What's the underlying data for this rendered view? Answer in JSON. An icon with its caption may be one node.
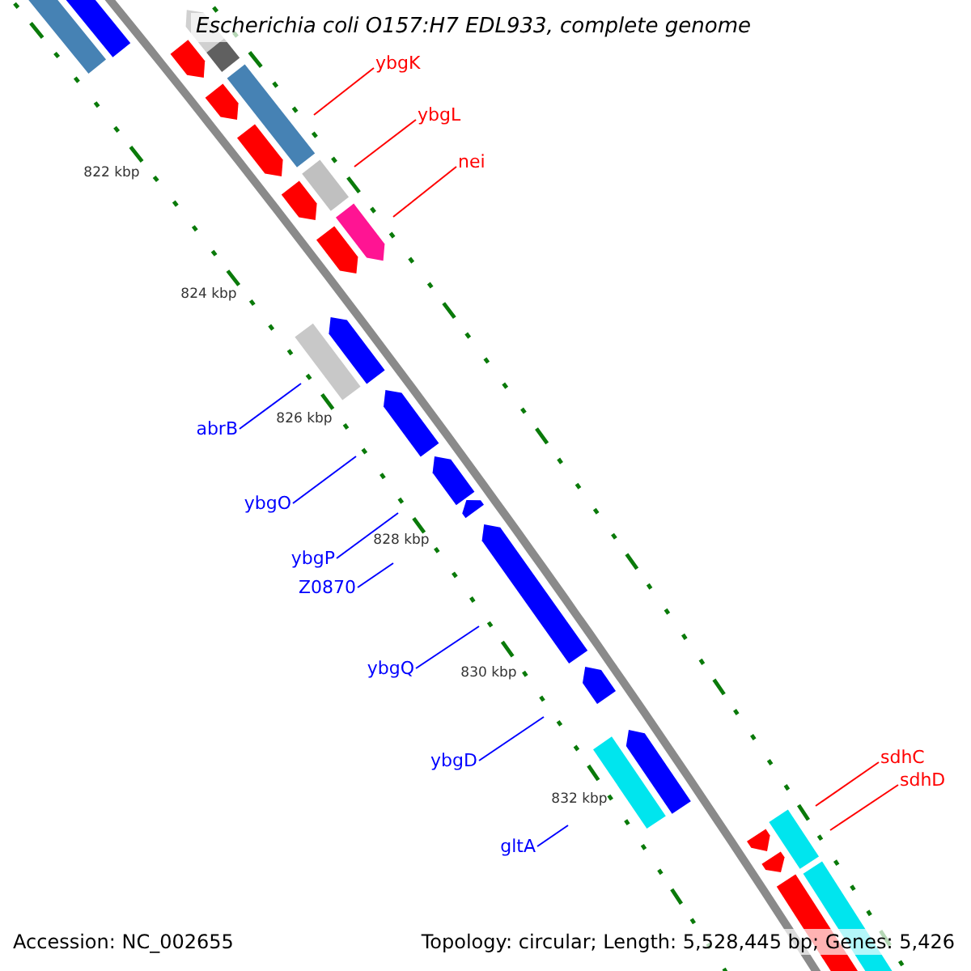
{
  "diagram": {
    "title": "Escherichia coli O157:H7 EDL933, complete genome",
    "nodes": [
      {
        "text": [
          "ybgK"
        ]
      },
      {
        "text": [
          "ybgL"
        ]
      },
      {
        "text": [
          "nei"
        ]
      },
      {
        "text": [
          "abrB"
        ]
      },
      {
        "text": [
          "ybgO"
        ]
      },
      {
        "text": [
          "ybgP"
        ]
      },
      {
        "text": [
          "Z0870"
        ]
      },
      {
        "text": [
          "ybgQ"
        ]
      },
      {
        "text": [
          "sdhC"
        ]
      },
      {
        "text": [
          "ybgD"
        ]
      },
      {
        "text": [
          "sdhD"
        ]
      },
      {
        "text": [
          "gltA"
        ]
      }
    ],
    "edges": [
      {
        "from": 0,
        "to": null,
        "arrow": "none",
        "color": "#ff0000"
      },
      {
        "from": 1,
        "to": null,
        "arrow": "none",
        "color": "#ff0000"
      },
      {
        "from": 2,
        "to": null,
        "arrow": "none",
        "color": "#ff0000"
      },
      {
        "from": 3,
        "to": null,
        "arrow": "none"
      },
      {
        "from": 4,
        "to": null,
        "arrow": "none"
      },
      {
        "from": 5,
        "to": null,
        "arrow": "none"
      },
      {
        "from": 6,
        "to": null,
        "arrow": "none"
      },
      {
        "from": 7,
        "to": null,
        "arrow": "none"
      },
      {
        "from": 8,
        "to": null,
        "arrow": "none",
        "color": "#ff0000"
      },
      {
        "from": 9,
        "to": null,
        "arrow": "none"
      },
      {
        "from": 10,
        "to": null,
        "arrow": "none",
        "color": "#ff0000"
      },
      {
        "from": 11,
        "to": null,
        "arrow": "none"
      }
    ],
    "labels": [
      "822 kbp",
      "824 kbp",
      "826 kbp",
      "828 kbp",
      "830 kbp",
      "832 kbp",
      "Accession: NC_002655",
      "Topology: circular; Length: 5,528,445 bp; Genes: 5,426"
    ]
  }
}
